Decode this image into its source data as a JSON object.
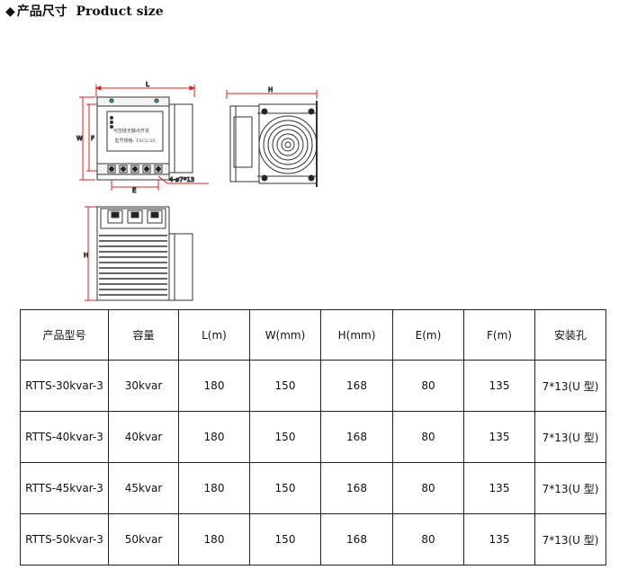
{
  "heading": {
    "bullet": "◆",
    "text_cn": "产品尺寸",
    "text_en": "Product size"
  },
  "drawings": {
    "front_view": {
      "line1": "可控硅无触点开关",
      "line2": "型号规格: TSC2-30",
      "dims": {
        "L": "L",
        "W": "W",
        "E": "E",
        "F": "F",
        "hole": "4-ø7*13"
      }
    },
    "side_view": {
      "dims": {
        "H": "H"
      }
    },
    "top_view": {
      "dims": {
        "H": "H"
      }
    }
  },
  "table": {
    "headers": [
      "产品型号",
      "容量",
      "L(m)",
      "W(mm)",
      "H(mm)",
      "E(m)",
      "F(m)",
      "安装孔"
    ],
    "rows": [
      [
        "RTTS-30kvar-3",
        "30kvar",
        "180",
        "150",
        "168",
        "80",
        "135",
        "7*13(U 型)"
      ],
      [
        "RTTS-40kvar-3",
        "40kvar",
        "180",
        "150",
        "168",
        "80",
        "135",
        "7*13(U 型)"
      ],
      [
        "RTTS-45kvar-3",
        "45kvar",
        "180",
        "150",
        "168",
        "80",
        "135",
        "7*13(U 型)"
      ],
      [
        "RTTS-50kvar-3",
        "50kvar",
        "180",
        "150",
        "168",
        "80",
        "135",
        "7*13(U 型)"
      ]
    ]
  }
}
